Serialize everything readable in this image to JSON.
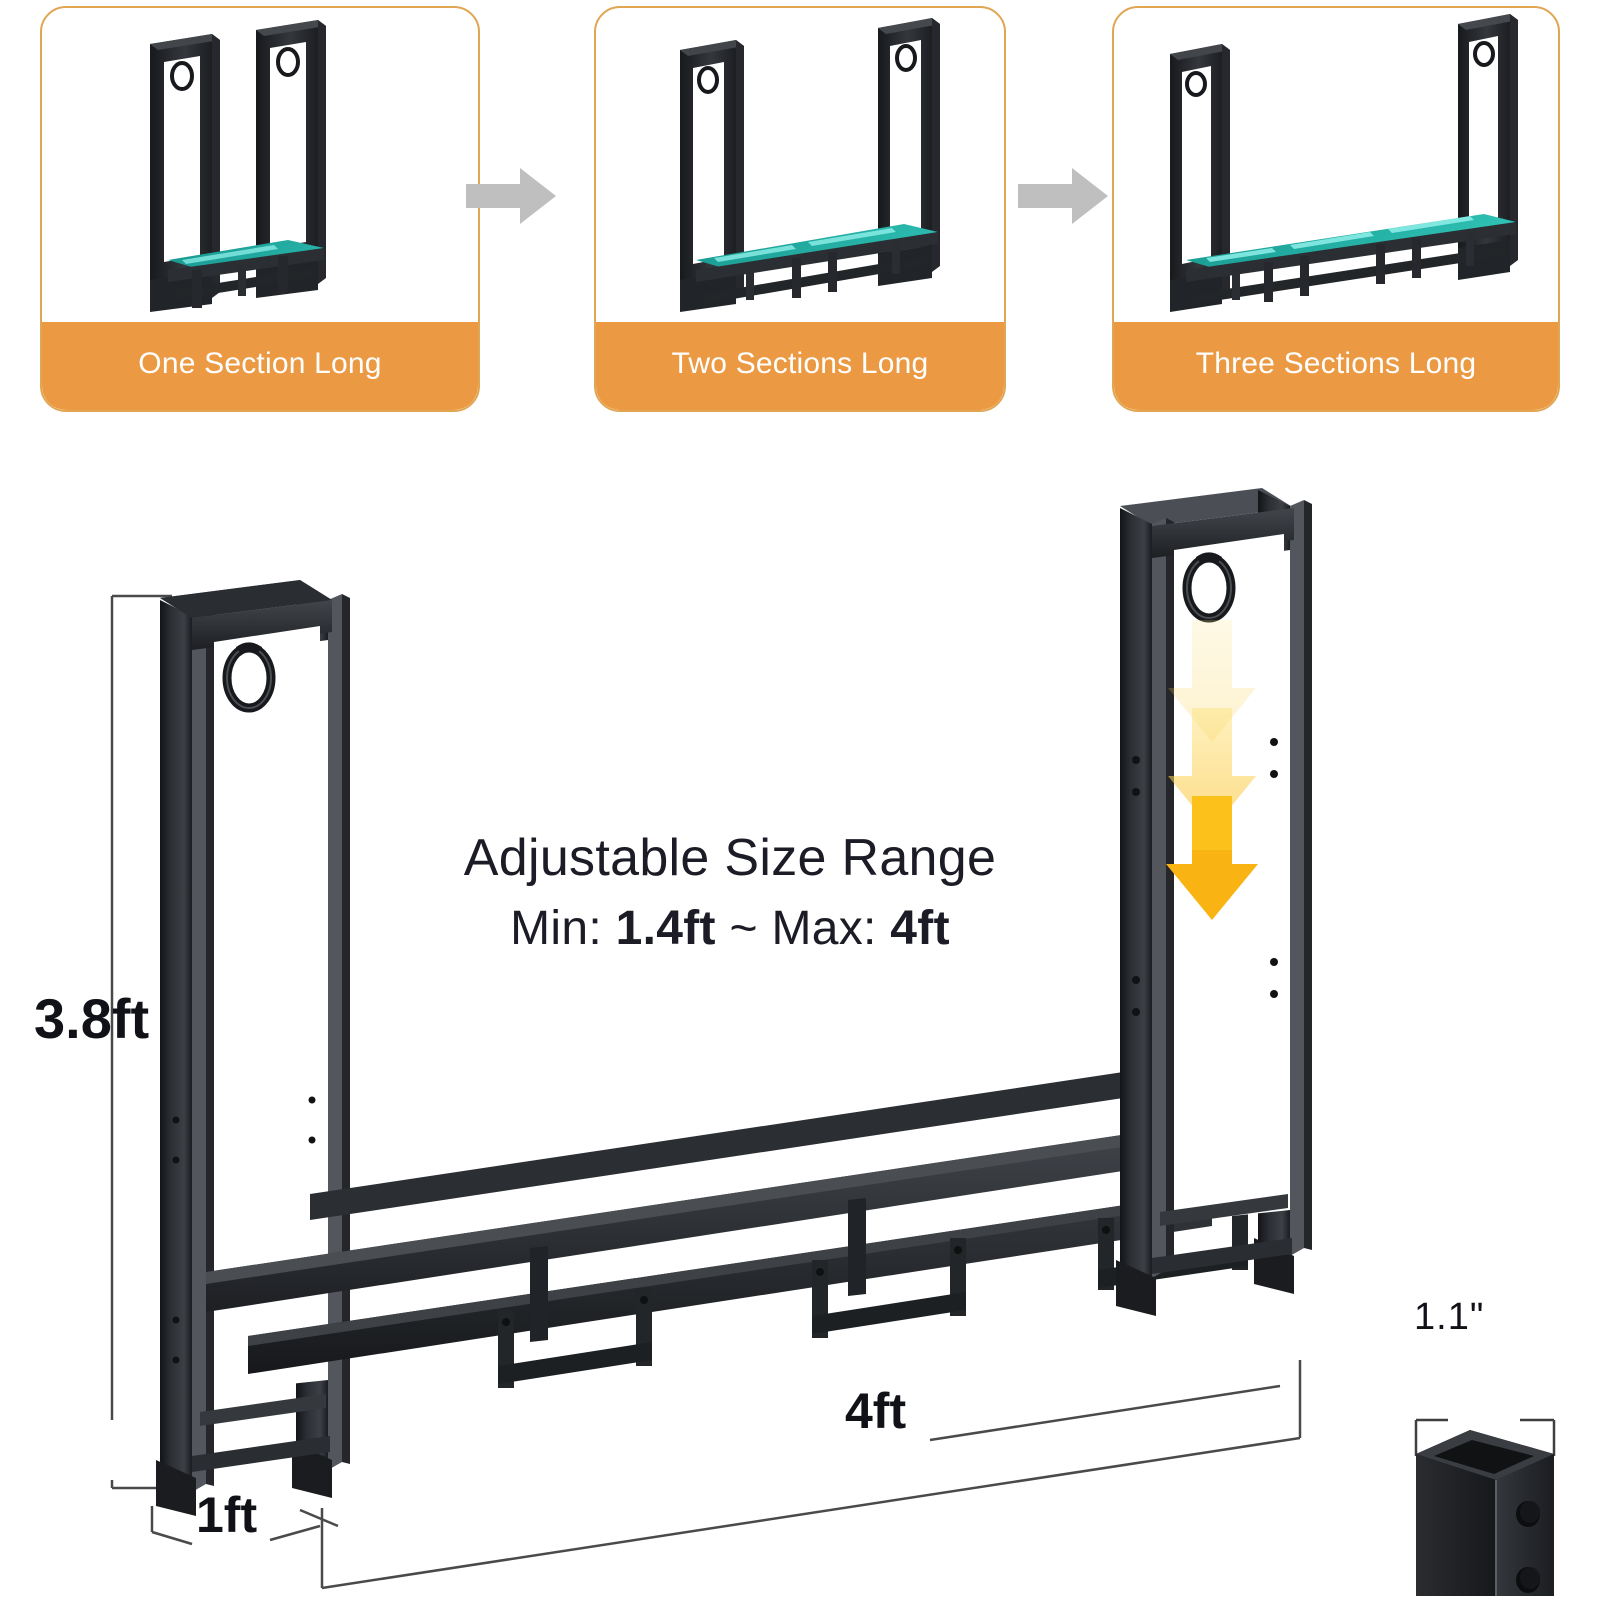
{
  "comparison": {
    "panels": [
      {
        "label": "One Section Long",
        "sections": 1,
        "icon": "rack-one-section"
      },
      {
        "label": "Two Sections Long",
        "sections": 2,
        "icon": "rack-two-sections"
      },
      {
        "label": "Three Sections Long",
        "sections": 3,
        "icon": "rack-three-sections"
      }
    ],
    "separator_icon": "arrow-right-icon",
    "separator_count": 2
  },
  "main": {
    "title": "Adjustable Size Range",
    "range_prefix": "Min: ",
    "range_min": "1.4ft",
    "range_separator": " ~ ",
    "range_mid": "Max: ",
    "range_max": "4ft",
    "adjust_arrow_icon": "arrow-down-icon",
    "ring_icon": "hanging-ring-icon",
    "dimensions": {
      "height": "3.8ft",
      "depth": "1ft",
      "length": "4ft",
      "tube": "1.1\""
    }
  },
  "colors": {
    "accent_orange": "#eb9a43",
    "panel_border": "#e0a652",
    "label_text": "#ffffff",
    "metal_dark": "#1d1f23",
    "metal_mid": "#3a3d42",
    "metal_light": "#4e5257",
    "shelf_teal": "#1fa39a",
    "shelf_teal_light": "#8ff0ea",
    "arrow_gray": "#bfbfbf",
    "arrow_yellow": "#fcc21b",
    "dim_line": "#4a4a4a",
    "text_dark": "#1b1c26"
  }
}
